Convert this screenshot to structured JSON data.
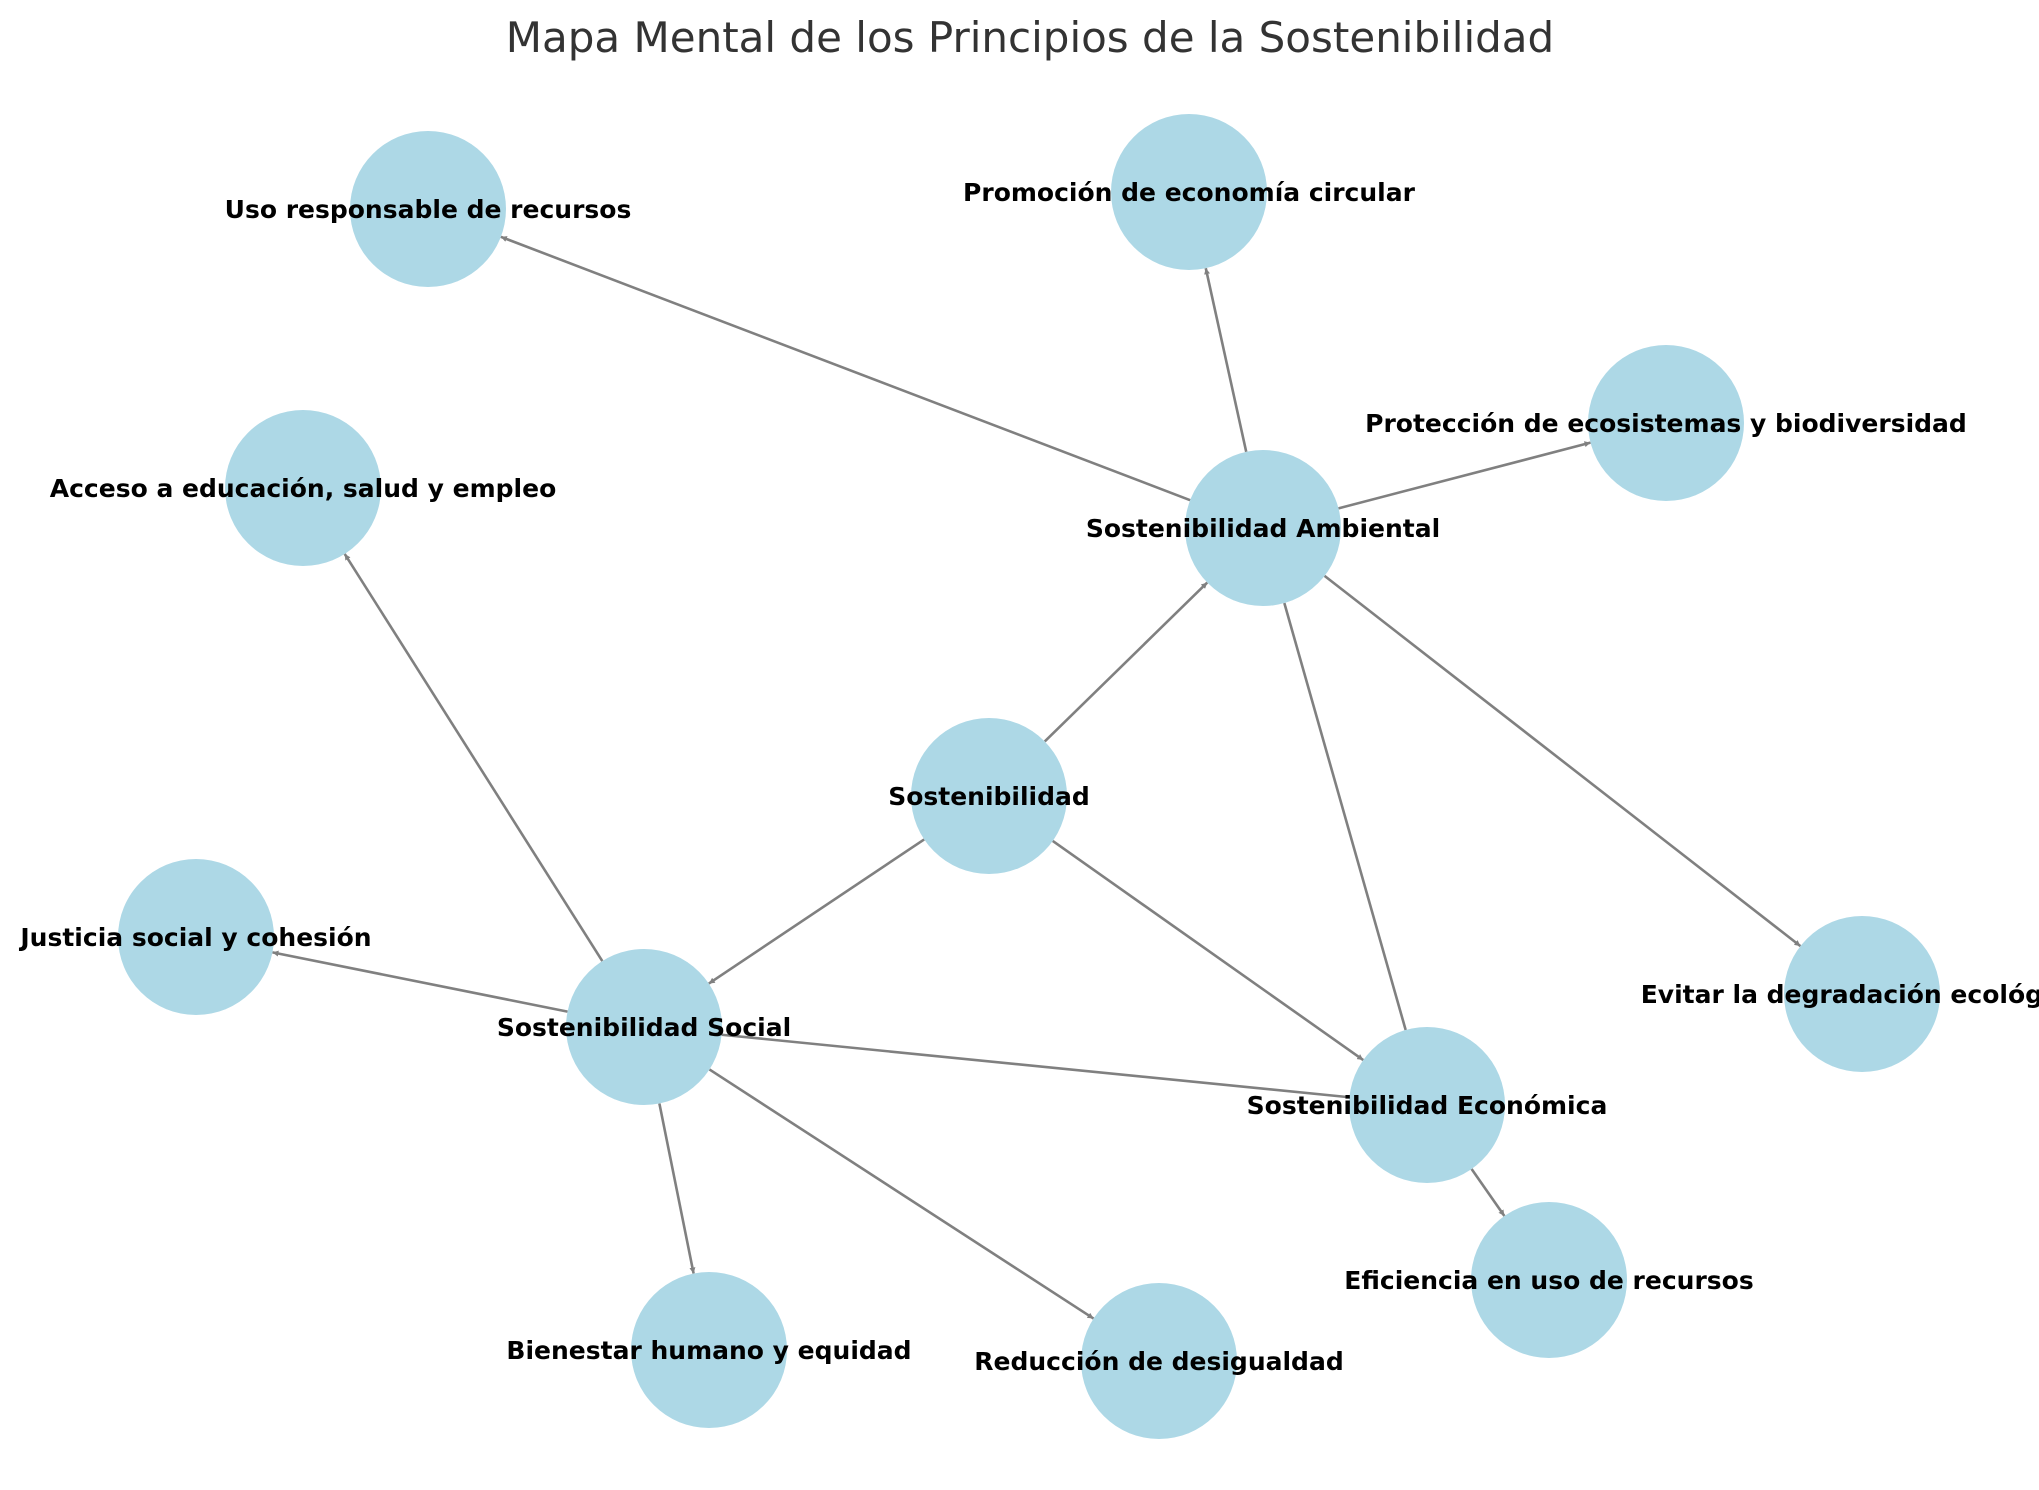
{
  "title": "Mapa Mental de los Principios de la Sostenibilidad",
  "colors": {
    "node_fill": "#add8e6",
    "edge": "#808080",
    "label": "#000000",
    "title": "#333333"
  },
  "nodes": [
    {
      "id": "sostenibilidad",
      "label": "Sostenibilidad"
    },
    {
      "id": "ambiental",
      "label": "Sostenibilidad Ambiental"
    },
    {
      "id": "social",
      "label": "Sostenibilidad Social"
    },
    {
      "id": "economica",
      "label": "Sostenibilidad Económica"
    },
    {
      "id": "uso-responsable",
      "label": "Uso responsable de recursos"
    },
    {
      "id": "economia-circular",
      "label": "Promoción de economía circular"
    },
    {
      "id": "ecosistemas",
      "label": "Protección de ecosistemas y biodiversidad"
    },
    {
      "id": "acceso",
      "label": "Acceso a educación, salud y empleo"
    },
    {
      "id": "justicia",
      "label": "Justicia social y cohesión"
    },
    {
      "id": "degradacion",
      "label": "Evitar la degradación ecológica"
    },
    {
      "id": "bienestar",
      "label": "Bienestar humano y equidad"
    },
    {
      "id": "desigualdad",
      "label": "Reducción de desigualdad"
    },
    {
      "id": "eficiencia",
      "label": "Eficiencia en uso de recursos"
    }
  ],
  "edges": [
    {
      "from": "sostenibilidad",
      "to": "ambiental",
      "arrow": true
    },
    {
      "from": "sostenibilidad",
      "to": "social",
      "arrow": true
    },
    {
      "from": "sostenibilidad",
      "to": "economica",
      "arrow": true
    },
    {
      "from": "ambiental",
      "to": "uso-responsable",
      "arrow": true
    },
    {
      "from": "ambiental",
      "to": "economia-circular",
      "arrow": true
    },
    {
      "from": "ambiental",
      "to": "ecosistemas",
      "arrow": true
    },
    {
      "from": "ambiental",
      "to": "degradacion",
      "arrow": true
    },
    {
      "from": "ambiental",
      "to": "economica",
      "arrow": false
    },
    {
      "from": "social",
      "to": "acceso",
      "arrow": true
    },
    {
      "from": "social",
      "to": "justicia",
      "arrow": true
    },
    {
      "from": "social",
      "to": "bienestar",
      "arrow": true
    },
    {
      "from": "social",
      "to": "desigualdad",
      "arrow": true
    },
    {
      "from": "social",
      "to": "economica",
      "arrow": false
    },
    {
      "from": "economica",
      "to": "eficiencia",
      "arrow": true
    }
  ]
}
